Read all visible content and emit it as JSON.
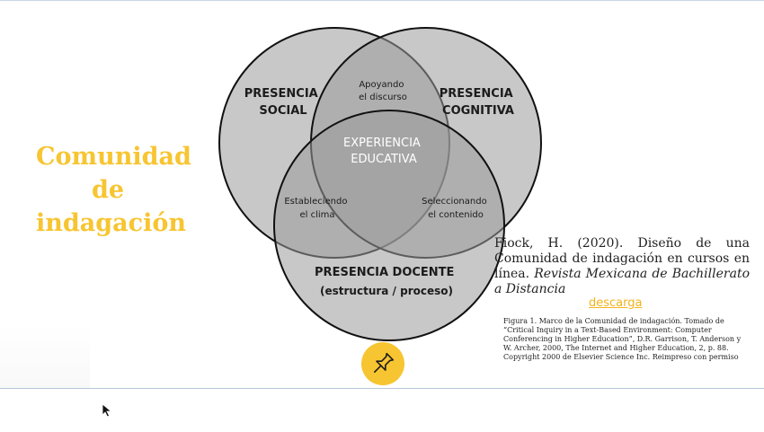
{
  "slide": {
    "title_lines": [
      "Comunidad",
      "de",
      "indagación"
    ],
    "title_color": "#f7c531"
  },
  "venn": {
    "social": [
      "PRESENCIA",
      "SOCIAL"
    ],
    "cognitive": [
      "PRESENCIA",
      "COGNITIVA"
    ],
    "teaching": [
      "PRESENCIA DOCENTE",
      "(estructura / proceso)"
    ],
    "social_cognitive": [
      "Apoyando",
      "el discurso"
    ],
    "social_teaching": [
      "Estableciendo",
      "el clima"
    ],
    "cognitive_teaching": [
      "Seleccionando",
      "el contenido"
    ],
    "center": [
      "EXPERIENCIA",
      "EDUCATIVA"
    ]
  },
  "citation": {
    "plain": "Fiock, H. (2020). Diseño de una Comunidad de indagación en cursos en línea.",
    "italic": "Revista Mexicana de Bachillerato a Distancia"
  },
  "download": {
    "label": "descarga",
    "color": "#f2b21c"
  },
  "caption": {
    "text": "Figura 1. Marco de la Comunidad de indagación. Tomado de\n“Critical Inquiry in a Text-Based Environment: Computer\nConferencing in Higher Education”, D.R. Garrison, T. Anderson y\nW. Archer, 2000, The Internet and Higher Education, 2, p. 88.\nCopyright 2000 de Elsevier Science Inc. Reimpreso con permiso"
  },
  "pin": {
    "icon": "pushpin-icon",
    "color": "#f7c531"
  }
}
